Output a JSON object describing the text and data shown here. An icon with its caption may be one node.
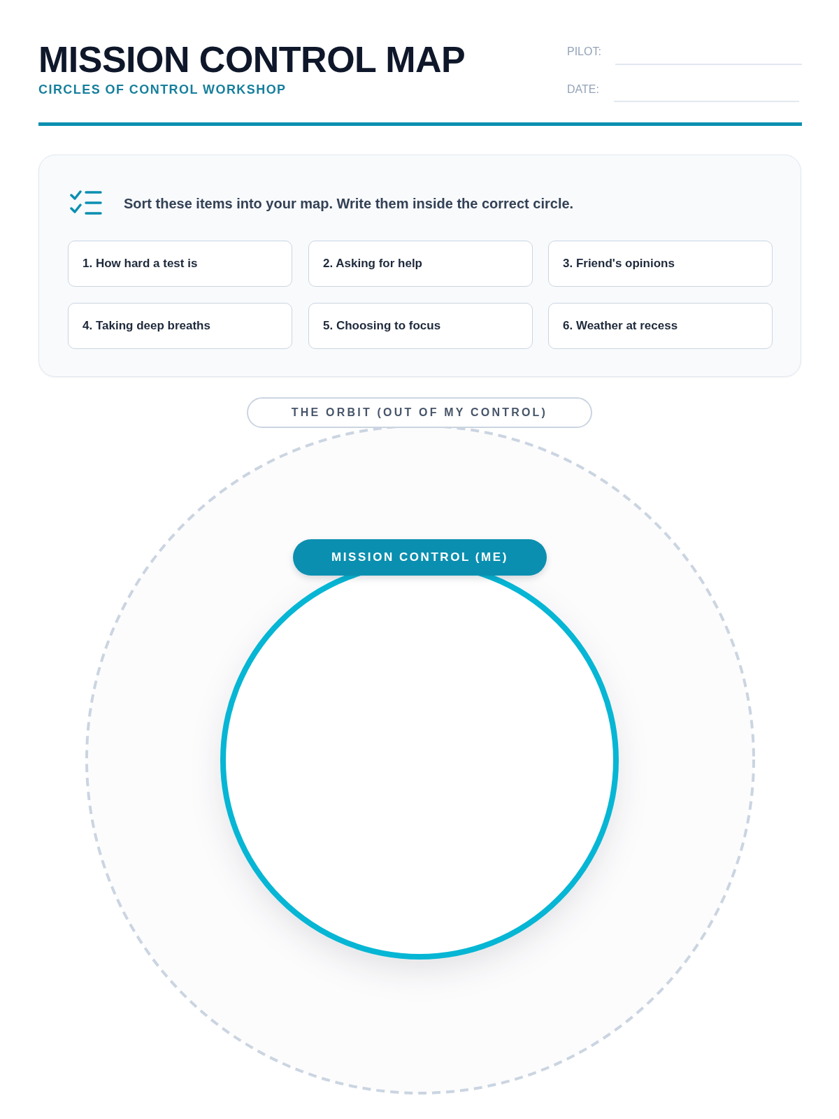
{
  "diagram": {
    "title": "MISSION CONTROL MAP",
    "nodes": [
      {
        "text": [
          "Sort these items into your map. Write them inside the correct circle."
        ]
      },
      {
        "text": [
          "1. How hard a test is"
        ],
        "in": 0
      },
      {
        "text": [
          "2. Asking for help"
        ],
        "in": 0
      },
      {
        "text": [
          "3. Friend's opinions"
        ],
        "in": 0
      },
      {
        "text": [
          "4. Taking deep breaths"
        ],
        "in": 0
      },
      {
        "text": [
          "5. Choosing to focus"
        ],
        "in": 0
      },
      {
        "text": [
          "6. Weather at recess"
        ],
        "in": 0
      },
      {
        "text": [
          "THE ORBIT (OUT OF MY CONTROL)"
        ]
      },
      {
        "text": [
          "MISSION CONTROL (ME)"
        ],
        "in": 7
      }
    ],
    "labels": [
      "CIRCLES OF CONTROL WORKSHOP",
      "PILOT:",
      "DATE:"
    ]
  }
}
